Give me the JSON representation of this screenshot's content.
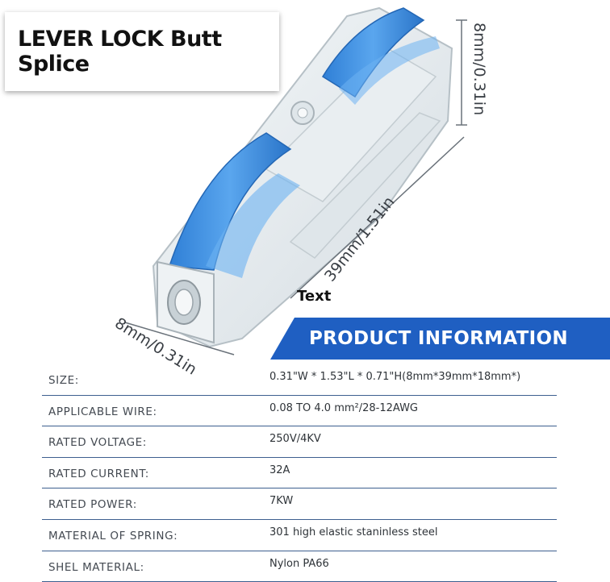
{
  "title": "LEVER LOCK Butt Splice",
  "dimensions": {
    "height": "8mm/0.31in",
    "length": "39mm/1.51in",
    "width": "8mm/0.31in"
  },
  "overlay_label": "Text",
  "banner": "PRODUCT INFORMATION",
  "specs": [
    {
      "label": "SIZE:",
      "value": "0.31\"W * 1.53\"L * 0.71\"H(8mm*39mm*18mm*)"
    },
    {
      "label": "APPLICABLE WIRE:",
      "value": "0.08 TO 4.0 mm²/28-12AWG"
    },
    {
      "label": "RATED VOLTAGE:",
      "value": "250V/4KV"
    },
    {
      "label": "RATED CURRENT:",
      "value": "32A"
    },
    {
      "label": "RATED POWER:",
      "value": "7KW"
    },
    {
      "label": "MATERIAL OF SPRING:",
      "value": "301 high elastic staninless steel"
    },
    {
      "label": "SHEL MATERIAL:",
      "value": "Nylon PA66"
    }
  ],
  "colors": {
    "banner": "#1f5fc2",
    "lever": "#3d8fe0",
    "housing": "#e6ecef"
  }
}
